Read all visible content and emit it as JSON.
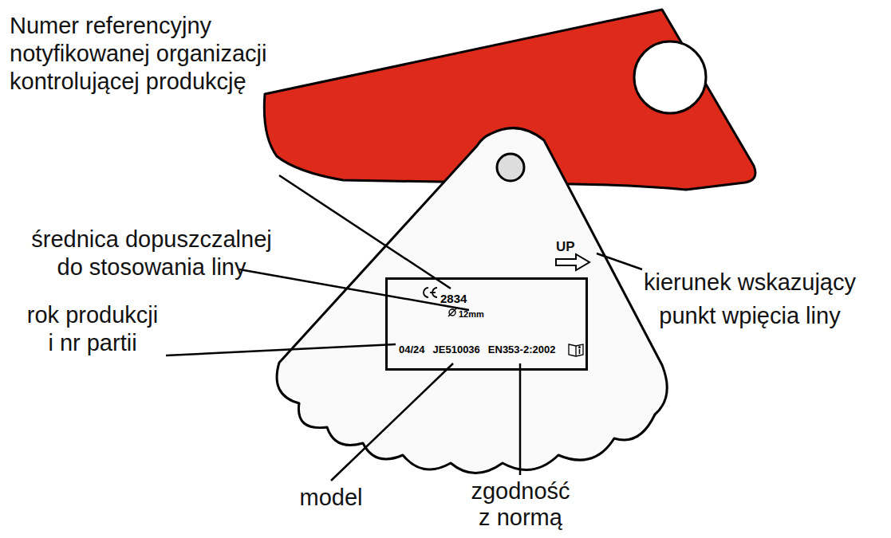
{
  "diagram": {
    "nodes": [
      {
        "text": [
          "2834",
          "12mm",
          "04/24",
          "JE510036",
          "EN353-2:2002"
        ]
      }
    ],
    "labels": [
      "Numer referencyjny notyfikowanej organizacji kontrolującej produkcję",
      "średnica dopuszczalnej do stosowania liny",
      "rok produkcji i nr partii",
      "model",
      "zgodność z normą",
      "kierunek wskazujący punkt wpięcia liny",
      "UP"
    ]
  }
}
